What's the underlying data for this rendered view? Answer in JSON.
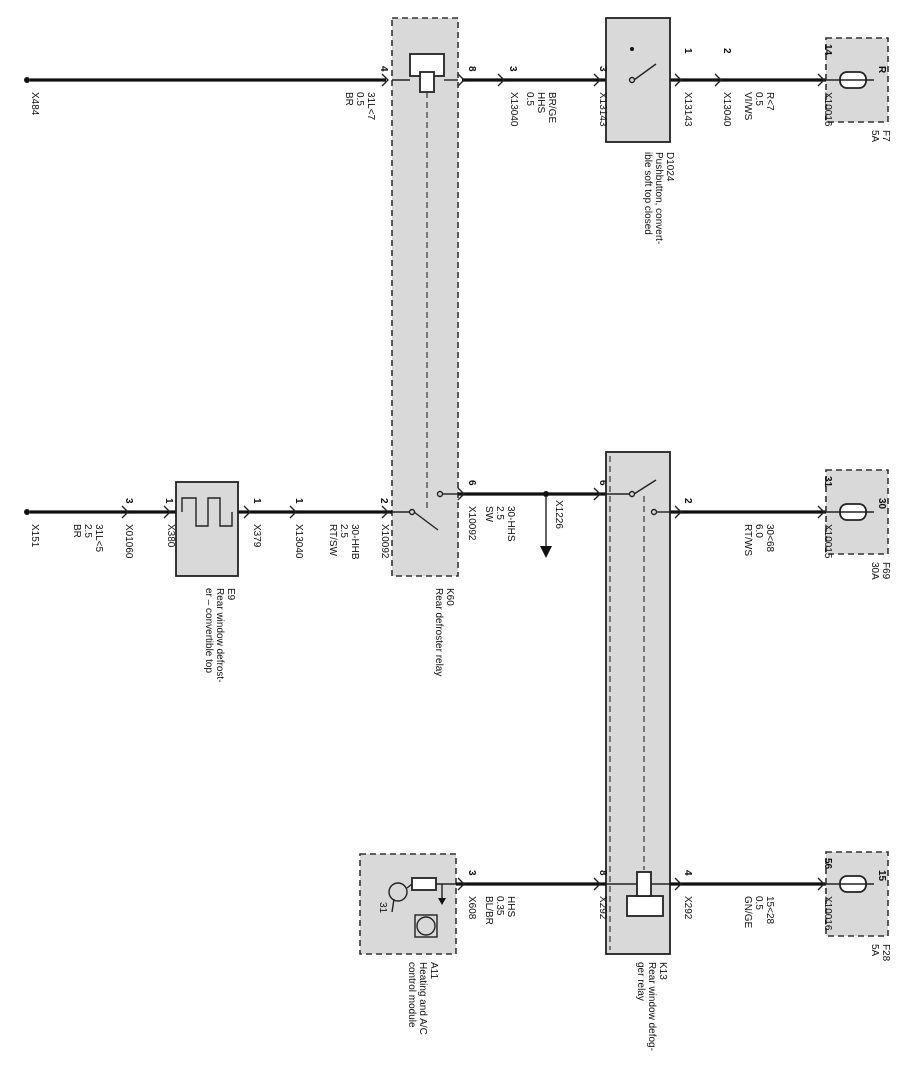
{
  "upper_circuit": {
    "ground": {
      "id": "X484"
    },
    "ground_wire": {
      "circuit": "31L<7",
      "gauge": "0.5",
      "color": "BR"
    },
    "k60_pin_in": "4",
    "k60_pin_out": "8",
    "hhs_wire": {
      "pin": "3",
      "circuit": "HHS",
      "gauge": "0.5",
      "color": "BR/GE",
      "connector": "X13040"
    },
    "pushbutton": {
      "pin_left": "3",
      "pin_right": "1",
      "connector_left": "X13143",
      "connector_right": "X13143",
      "id": "D1024",
      "name_line1": "Pushbutton, convert-",
      "name_line2": "ible soft top closed"
    },
    "r7_wire": {
      "pin": "2",
      "circuit": "R<7",
      "gauge": "0.5",
      "color": "VI/WS",
      "connector": "X13040"
    },
    "fuse_f7": {
      "pin": "14",
      "terminal": "R",
      "connector": "X10016",
      "id": "F7",
      "rating": "5A"
    }
  },
  "middle_circuit": {
    "ground": {
      "id": "X151"
    },
    "ground_wire": {
      "pin": "3",
      "circuit": "31L<5",
      "gauge": "2.5",
      "color": "BR",
      "connector": "X01060"
    },
    "defroster": {
      "pin_left": "1",
      "pin_right": "1",
      "connector_left": "X380",
      "connector_right": "X379",
      "id": "E9",
      "name_line1": "Rear window defrost-",
      "name_line2": "er – convertible top"
    },
    "hhb_wire": {
      "pin": "1",
      "circuit": "30-HHB",
      "gauge": "2.5",
      "color": "RT/SW",
      "connector": "X13040"
    },
    "k60": {
      "pin_in": "2",
      "pin_out": "6",
      "connector_in": "X10092",
      "connector_out": "X10092",
      "id": "K60",
      "name": "Rear defroster relay"
    },
    "hhs_feed": {
      "circuit": "30-HHS",
      "gauge": "2.5",
      "color": "SW",
      "branch": "X1226"
    },
    "k13_pin_in": "6",
    "k13_pin_out": "2",
    "power_wire": {
      "circuit": "30<68",
      "gauge": "6.0",
      "color": "RT/WS",
      "connector": "X10015"
    },
    "fuse_f69": {
      "pin": "31",
      "terminal": "30",
      "id": "F69",
      "rating": "30A"
    }
  },
  "lower_circuit": {
    "module": {
      "pin": "3",
      "terminal": "31",
      "connector": "X608",
      "id": "A11",
      "name_line1": "Heating and A/C",
      "name_line2": "control module"
    },
    "control_wire": {
      "circuit": "HHS",
      "gauge": "0.35",
      "color": "BL/BR"
    },
    "k13": {
      "pin_in": "8",
      "pin_out": "4",
      "connector_in": "X292",
      "connector_out": "X292",
      "id": "K13",
      "name_line1": "Rear window defog-",
      "name_line2": "ger relay"
    },
    "supply_wire": {
      "circuit": "15<28",
      "gauge": "0.5",
      "color": "GN/GE"
    },
    "fuse_f28": {
      "pin": "56",
      "terminal": "15",
      "connector": "X10016",
      "id": "F28",
      "rating": "5A"
    }
  }
}
